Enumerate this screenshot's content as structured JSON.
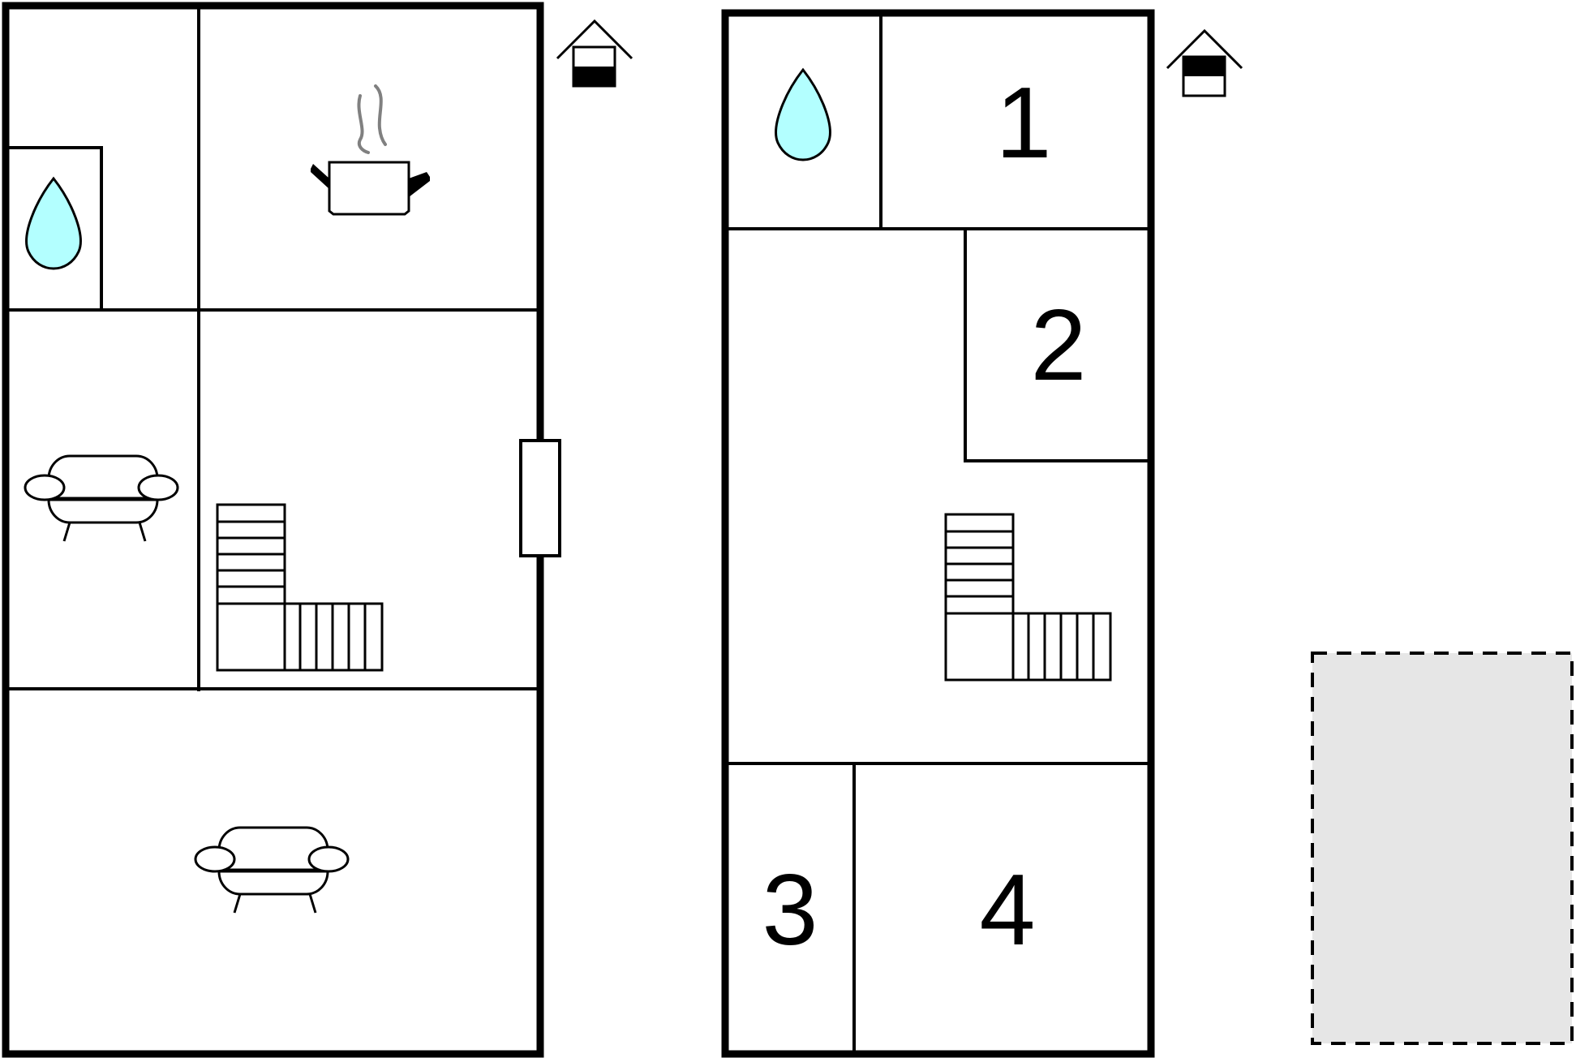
{
  "colors": {
    "wall": "#000000",
    "water": "#b3ffff",
    "steam": "#808080",
    "outdoor_area": "#e6e6e6",
    "background": "#ffffff"
  },
  "floors": [
    {
      "floor_indicator_icon": "house-ground-floor-icon",
      "rooms": [
        {
          "icon": "water-drop-icon"
        },
        {
          "icon": "cooking-pot-icon"
        },
        {
          "icon": "sofa-icon"
        },
        {
          "icon": "staircase-icon"
        },
        {
          "icon": "sofa-icon"
        }
      ]
    },
    {
      "floor_indicator_icon": "house-upper-floor-icon",
      "rooms": [
        {
          "icon": "water-drop-icon"
        },
        {
          "label": "1"
        },
        {
          "label": "2"
        },
        {
          "icon": "staircase-icon"
        },
        {
          "label": "3"
        },
        {
          "label": "4"
        }
      ]
    }
  ],
  "outdoor_area": {
    "style": "dashed-border",
    "fill_color": "#e6e6e6"
  }
}
